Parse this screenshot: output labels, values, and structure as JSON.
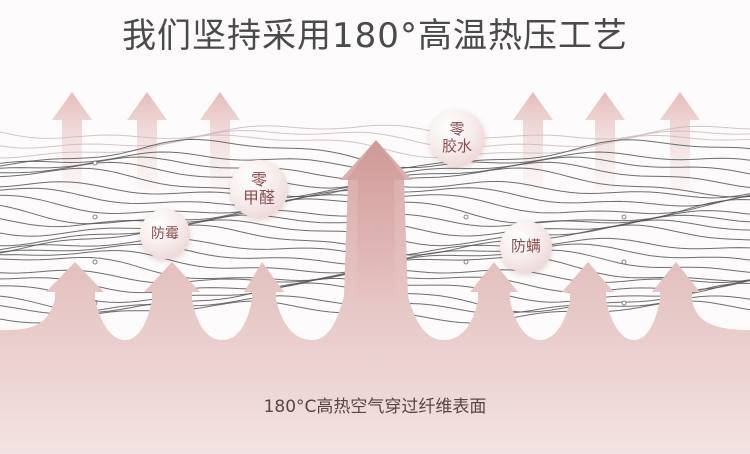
{
  "headline": "我们坚持采用180°高温热压工艺",
  "bubbles": {
    "formaldehyde": {
      "line1": "零",
      "line2": "甲醛"
    },
    "glue": {
      "line1": "零",
      "line2": "胶水"
    },
    "mold": {
      "text": "防霉"
    },
    "mite": {
      "text": "防螨"
    }
  },
  "caption": "180°C高热空气穿过纤维表面",
  "colors": {
    "accent": "#d9a6a4",
    "accent_dark": "#b47f7d",
    "fiber_line": "#555555",
    "fiber_line_light": "#c9b8b8"
  }
}
